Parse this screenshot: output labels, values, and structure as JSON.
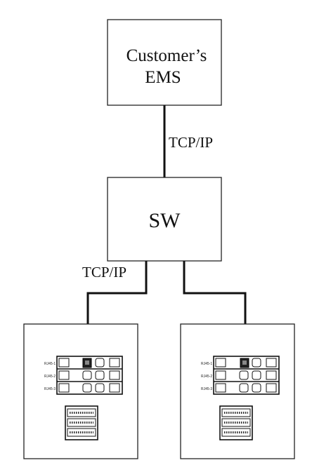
{
  "ems": {
    "line1": "Customer’s",
    "line2": "EMS"
  },
  "switch": {
    "label": "SW"
  },
  "links": {
    "ems_to_sw": "TCP/IP",
    "sw_to_devices": "TCP/IP"
  },
  "devices": [
    {
      "ports": [
        "RJ45-1",
        "RJ45-2",
        "RJ45-3"
      ]
    },
    {
      "ports": [
        "RJ45-1",
        "RJ45-2",
        "RJ45-3"
      ]
    }
  ]
}
